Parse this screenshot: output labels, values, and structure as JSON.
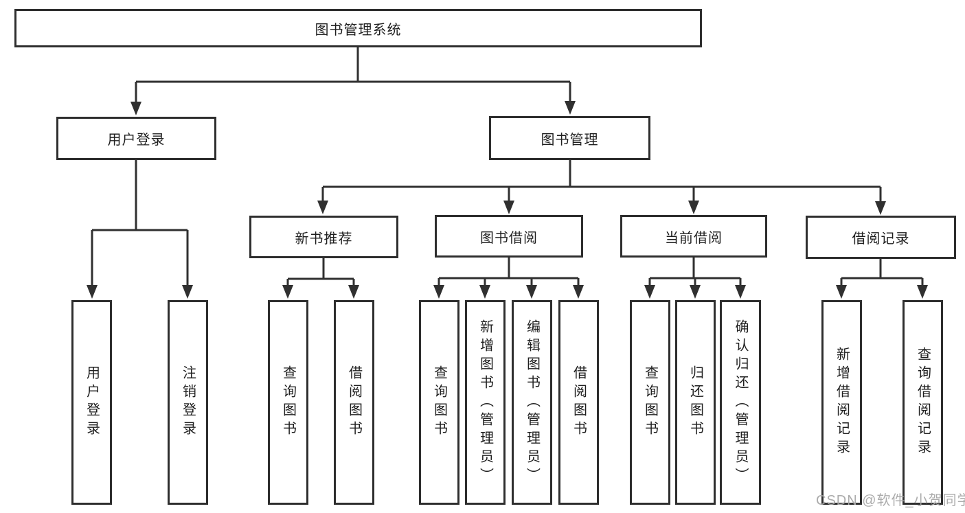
{
  "diagram_title": "图书管理系统",
  "tree": {
    "root": {
      "label": "图书管理系统"
    },
    "branches": [
      {
        "label": "用户登录",
        "leaves": [
          {
            "label": "用户登录"
          },
          {
            "label": "注销登录"
          }
        ]
      },
      {
        "label": "图书管理",
        "sections": [
          {
            "label": "新书推荐",
            "leaves": [
              {
                "label": "查询图书"
              },
              {
                "label": "借阅图书"
              }
            ]
          },
          {
            "label": "图书借阅",
            "leaves": [
              {
                "label": "查询图书"
              },
              {
                "label": "新增图书（管理员）"
              },
              {
                "label": "编辑图书（管理员）"
              },
              {
                "label": "借阅图书"
              }
            ]
          },
          {
            "label": "当前借阅",
            "leaves": [
              {
                "label": "查询图书"
              },
              {
                "label": "归还图书"
              },
              {
                "label": "确认归还（管理员）"
              }
            ]
          },
          {
            "label": "借阅记录",
            "leaves": [
              {
                "label": "新增借阅记录"
              },
              {
                "label": "查询借阅记录"
              }
            ]
          }
        ]
      }
    ]
  },
  "watermark": {
    "label": "CSDN @软件_小贺同学"
  },
  "colors": {
    "line": "#303030",
    "box_border": "#2e2e2e",
    "box_fill": "#ffffff",
    "text": "#1f1f1f",
    "watermark": "#a8a8a8",
    "background": "#ffffff"
  }
}
